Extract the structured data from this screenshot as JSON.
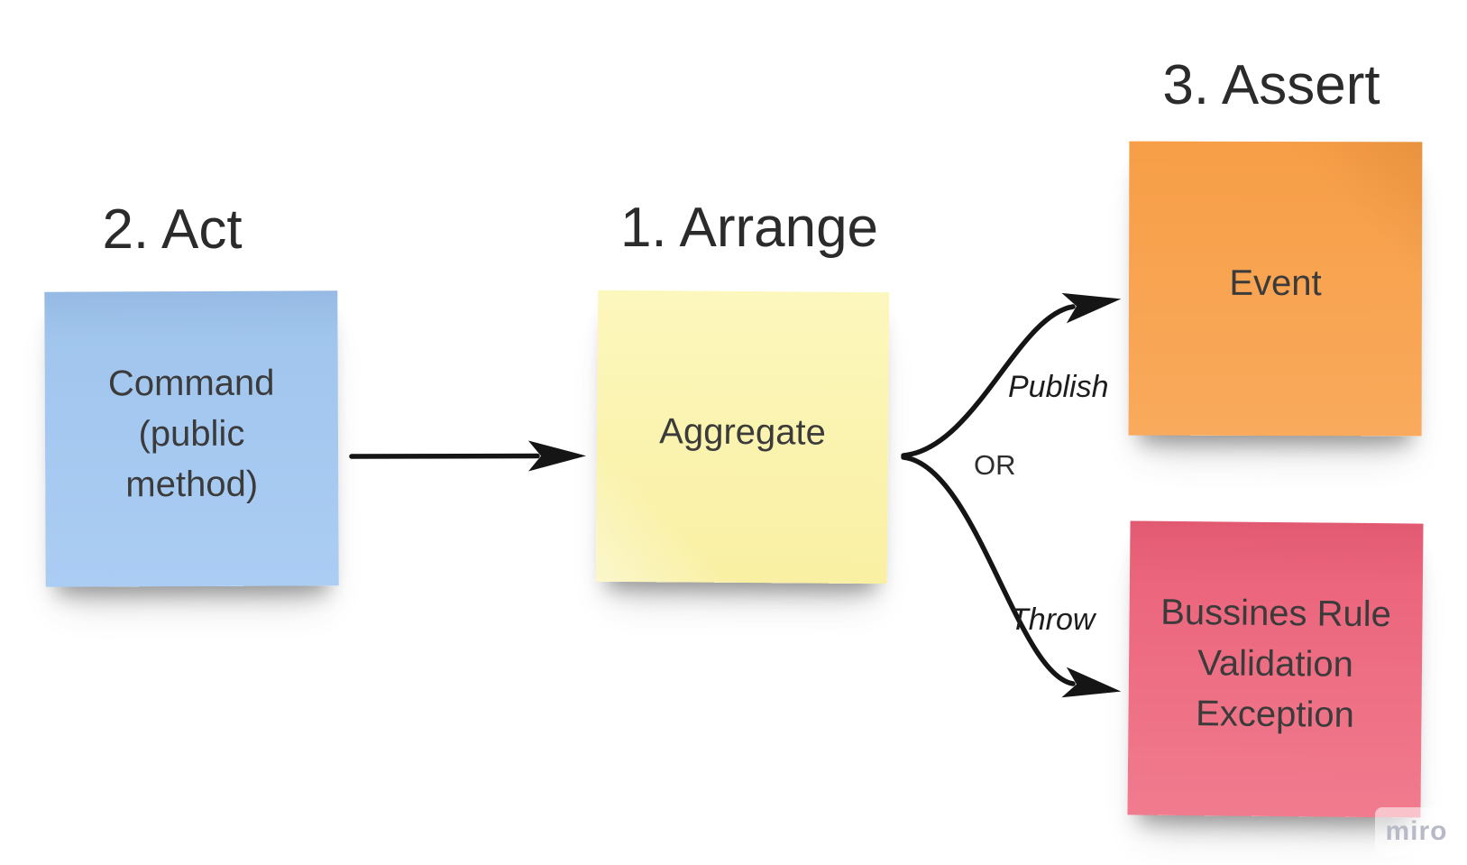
{
  "board": {
    "background": "#ffffff"
  },
  "headings": {
    "arrange": {
      "label": "1. Arrange"
    },
    "act": {
      "label": "2. Act"
    },
    "assert": {
      "label": "3. Assert"
    }
  },
  "notes": {
    "command": {
      "label": "Command (public method)",
      "color1": "#9fc4ec",
      "color2": "#abcdf4"
    },
    "aggregate": {
      "label": "Aggregate",
      "color1": "#fcf7bd",
      "color2": "#f9f0a3"
    },
    "event": {
      "label": "Event",
      "color1": "#f79e47",
      "color2": "#f9aa5c"
    },
    "exception": {
      "label": "Bussines Rule Validation Exception",
      "color1": "#ea6078",
      "color2": "#f17b8e"
    }
  },
  "connectors": {
    "stroke_color": "#151515",
    "publish_label": "Publish",
    "or_label": "OR",
    "throw_label": "Throw"
  },
  "watermark": {
    "label": "miro"
  }
}
